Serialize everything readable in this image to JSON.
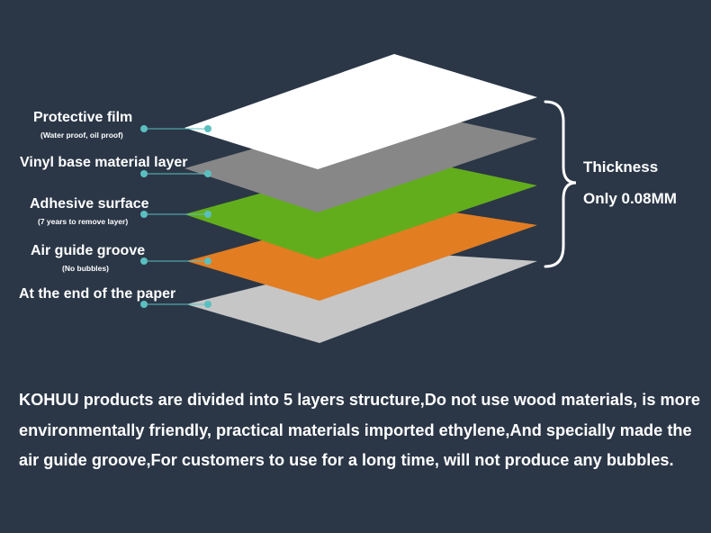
{
  "layers": [
    {
      "label": "Protective film",
      "sublabel": "(Water proof, oil proof)",
      "color": "#ffffff"
    },
    {
      "label": "Vinyl base material layer",
      "sublabel": "",
      "color": "#878787"
    },
    {
      "label": "Adhesive surface",
      "sublabel": "(7 years to remove layer)",
      "color": "#62ad1c"
    },
    {
      "label": "Air guide groove",
      "sublabel": "(No bubbles)",
      "color": "#e37d22"
    },
    {
      "label": "At the end of the paper",
      "sublabel": "",
      "color": "#c6c6c6"
    }
  ],
  "thickness": {
    "line1": "Thickness",
    "line2": "Only 0.08MM"
  },
  "description": "KOHUU products are divided into 5 layers structure,Do not use wood materials, is more environmentally friendly, practical materials imported ethylene,And specially made the air guide groove,For customers to use for a long time, will not produce any bubbles.",
  "colors": {
    "background": "#2b3747",
    "connector": "#5bbfc0",
    "text": "#ffffff"
  }
}
